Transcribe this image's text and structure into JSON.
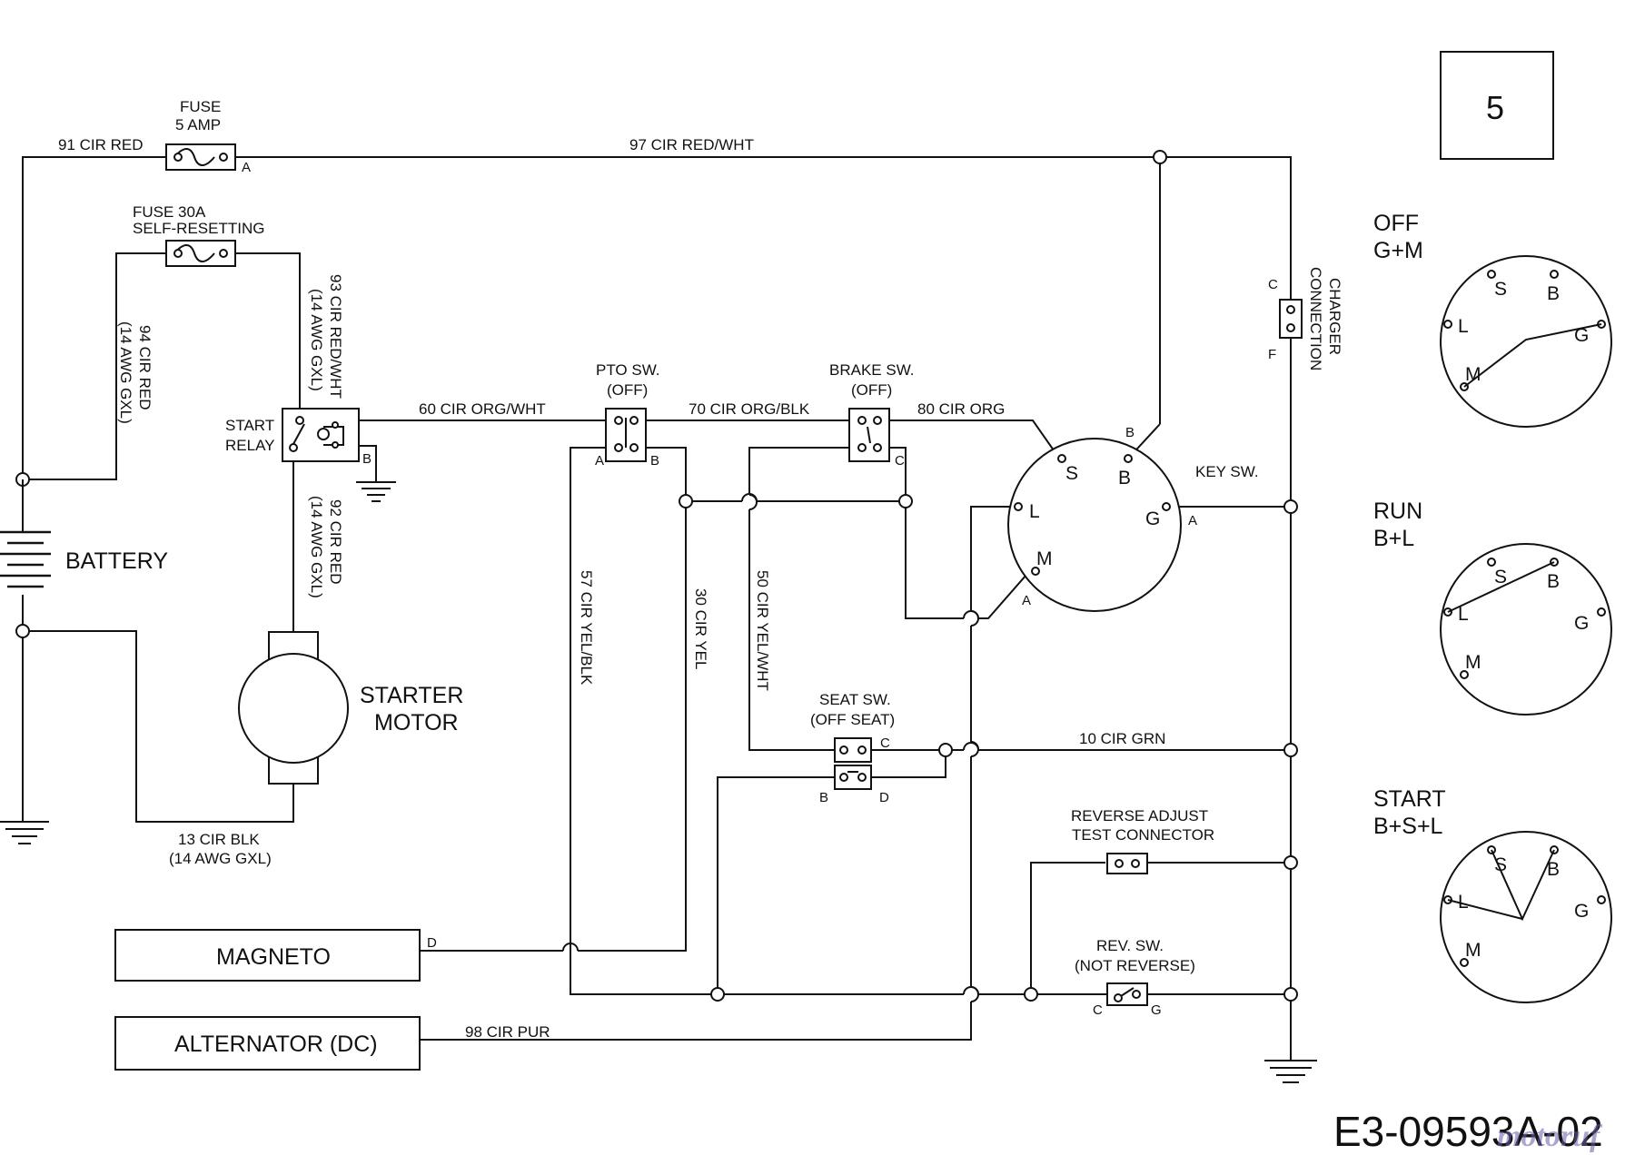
{
  "page_number": "5",
  "drawing_number": "E3-09593A-02",
  "watermark": "motoruf",
  "components": {
    "fuse_5a": [
      "FUSE",
      "5 AMP"
    ],
    "fuse_30a": [
      "FUSE 30A",
      "SELF-RESETTING"
    ],
    "start_relay": [
      "START",
      "RELAY"
    ],
    "battery": "BATTERY",
    "starter_motor": [
      "STARTER",
      "MOTOR"
    ],
    "pto_switch": [
      "PTO SW.",
      "(OFF)"
    ],
    "brake_switch": [
      "BRAKE SW.",
      "(OFF)"
    ],
    "seat_switch": [
      "SEAT SW.",
      "(OFF SEAT)"
    ],
    "key_switch": "KEY SW.",
    "charger_connection": [
      "CHARGER",
      "CONNECTION"
    ],
    "reverse_adjust_test_connector": [
      "REVERSE ADJUST",
      "TEST CONNECTOR"
    ],
    "reverse_switch": [
      "REV. SW.",
      "(NOT REVERSE)"
    ],
    "magneto": "MAGNETO",
    "alternator": "ALTERNATOR (DC)"
  },
  "wires": {
    "w91": "91 CIR RED",
    "w97": "97 CIR RED/WHT",
    "w94": [
      "94 CIR RED",
      "(14 AWG GXL)"
    ],
    "w93": [
      "93 CIR RED/WHT",
      "(14 AWG GXL)"
    ],
    "w92": [
      "92 CIR RED",
      "(14 AWG GXL)"
    ],
    "w60": "60 CIR ORG/WHT",
    "w70": "70 CIR ORG/BLK",
    "w80": "80 CIR ORG",
    "w57": "57 CIR YEL/BLK",
    "w30": "30 CIR YEL",
    "w50": "50 CIR YEL/WHT",
    "w10": "10 CIR GRN",
    "w13": [
      "13 CIR BLK",
      "(14 AWG GXL)"
    ],
    "w98": "98 CIR PUR"
  },
  "terminals": {
    "fuse_a": "A",
    "relay_b": "B",
    "pto_a": "A",
    "pto_b": "B",
    "brake_c": "C",
    "charger_c": "C",
    "charger_f": "F",
    "key_b_ext": "B",
    "key_a_ext": "A",
    "key_a_m": "A",
    "seat_c": "C",
    "seat_b": "B",
    "seat_d": "D",
    "magneto_d": "D",
    "rev_c": "C",
    "rev_g": "G"
  },
  "key_terminals": {
    "s": "S",
    "b": "B",
    "l": "L",
    "g": "G",
    "m": "M"
  },
  "key_positions": [
    {
      "name": "OFF",
      "combo": "G+M"
    },
    {
      "name": "RUN",
      "combo": "B+L"
    },
    {
      "name": "START",
      "combo": "B+S+L"
    }
  ]
}
